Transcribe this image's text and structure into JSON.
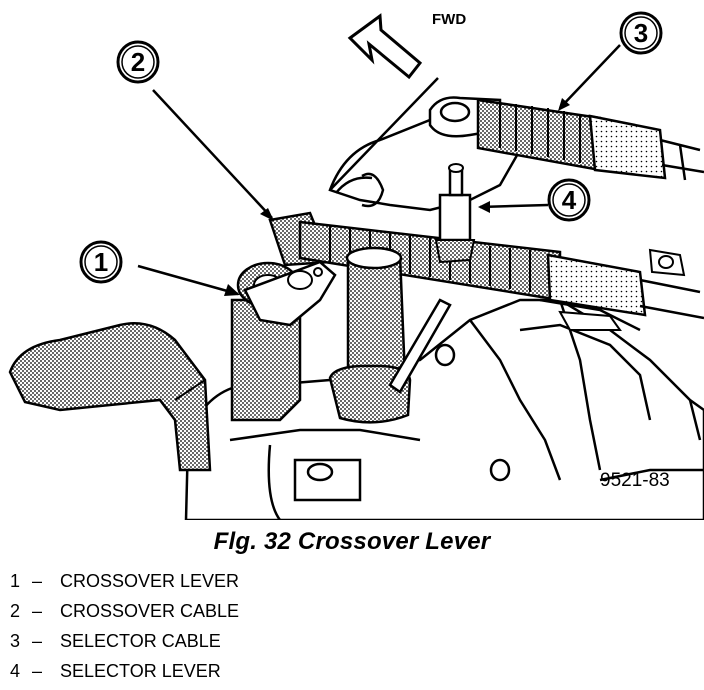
{
  "figure": {
    "fwd_label": "FWD",
    "figure_code": "9521-83",
    "callouts": [
      "1",
      "2",
      "3",
      "4"
    ]
  },
  "caption": "Flg. 32 Crossover Lever",
  "legend": [
    {
      "num": "1",
      "dash": "–",
      "text": "CROSSOVER LEVER"
    },
    {
      "num": "2",
      "dash": "–",
      "text": "CROSSOVER CABLE"
    },
    {
      "num": "3",
      "dash": "–",
      "text": "SELECTOR CABLE"
    },
    {
      "num": "4",
      "dash": "–",
      "text": "SELECTOR LEVER"
    }
  ]
}
